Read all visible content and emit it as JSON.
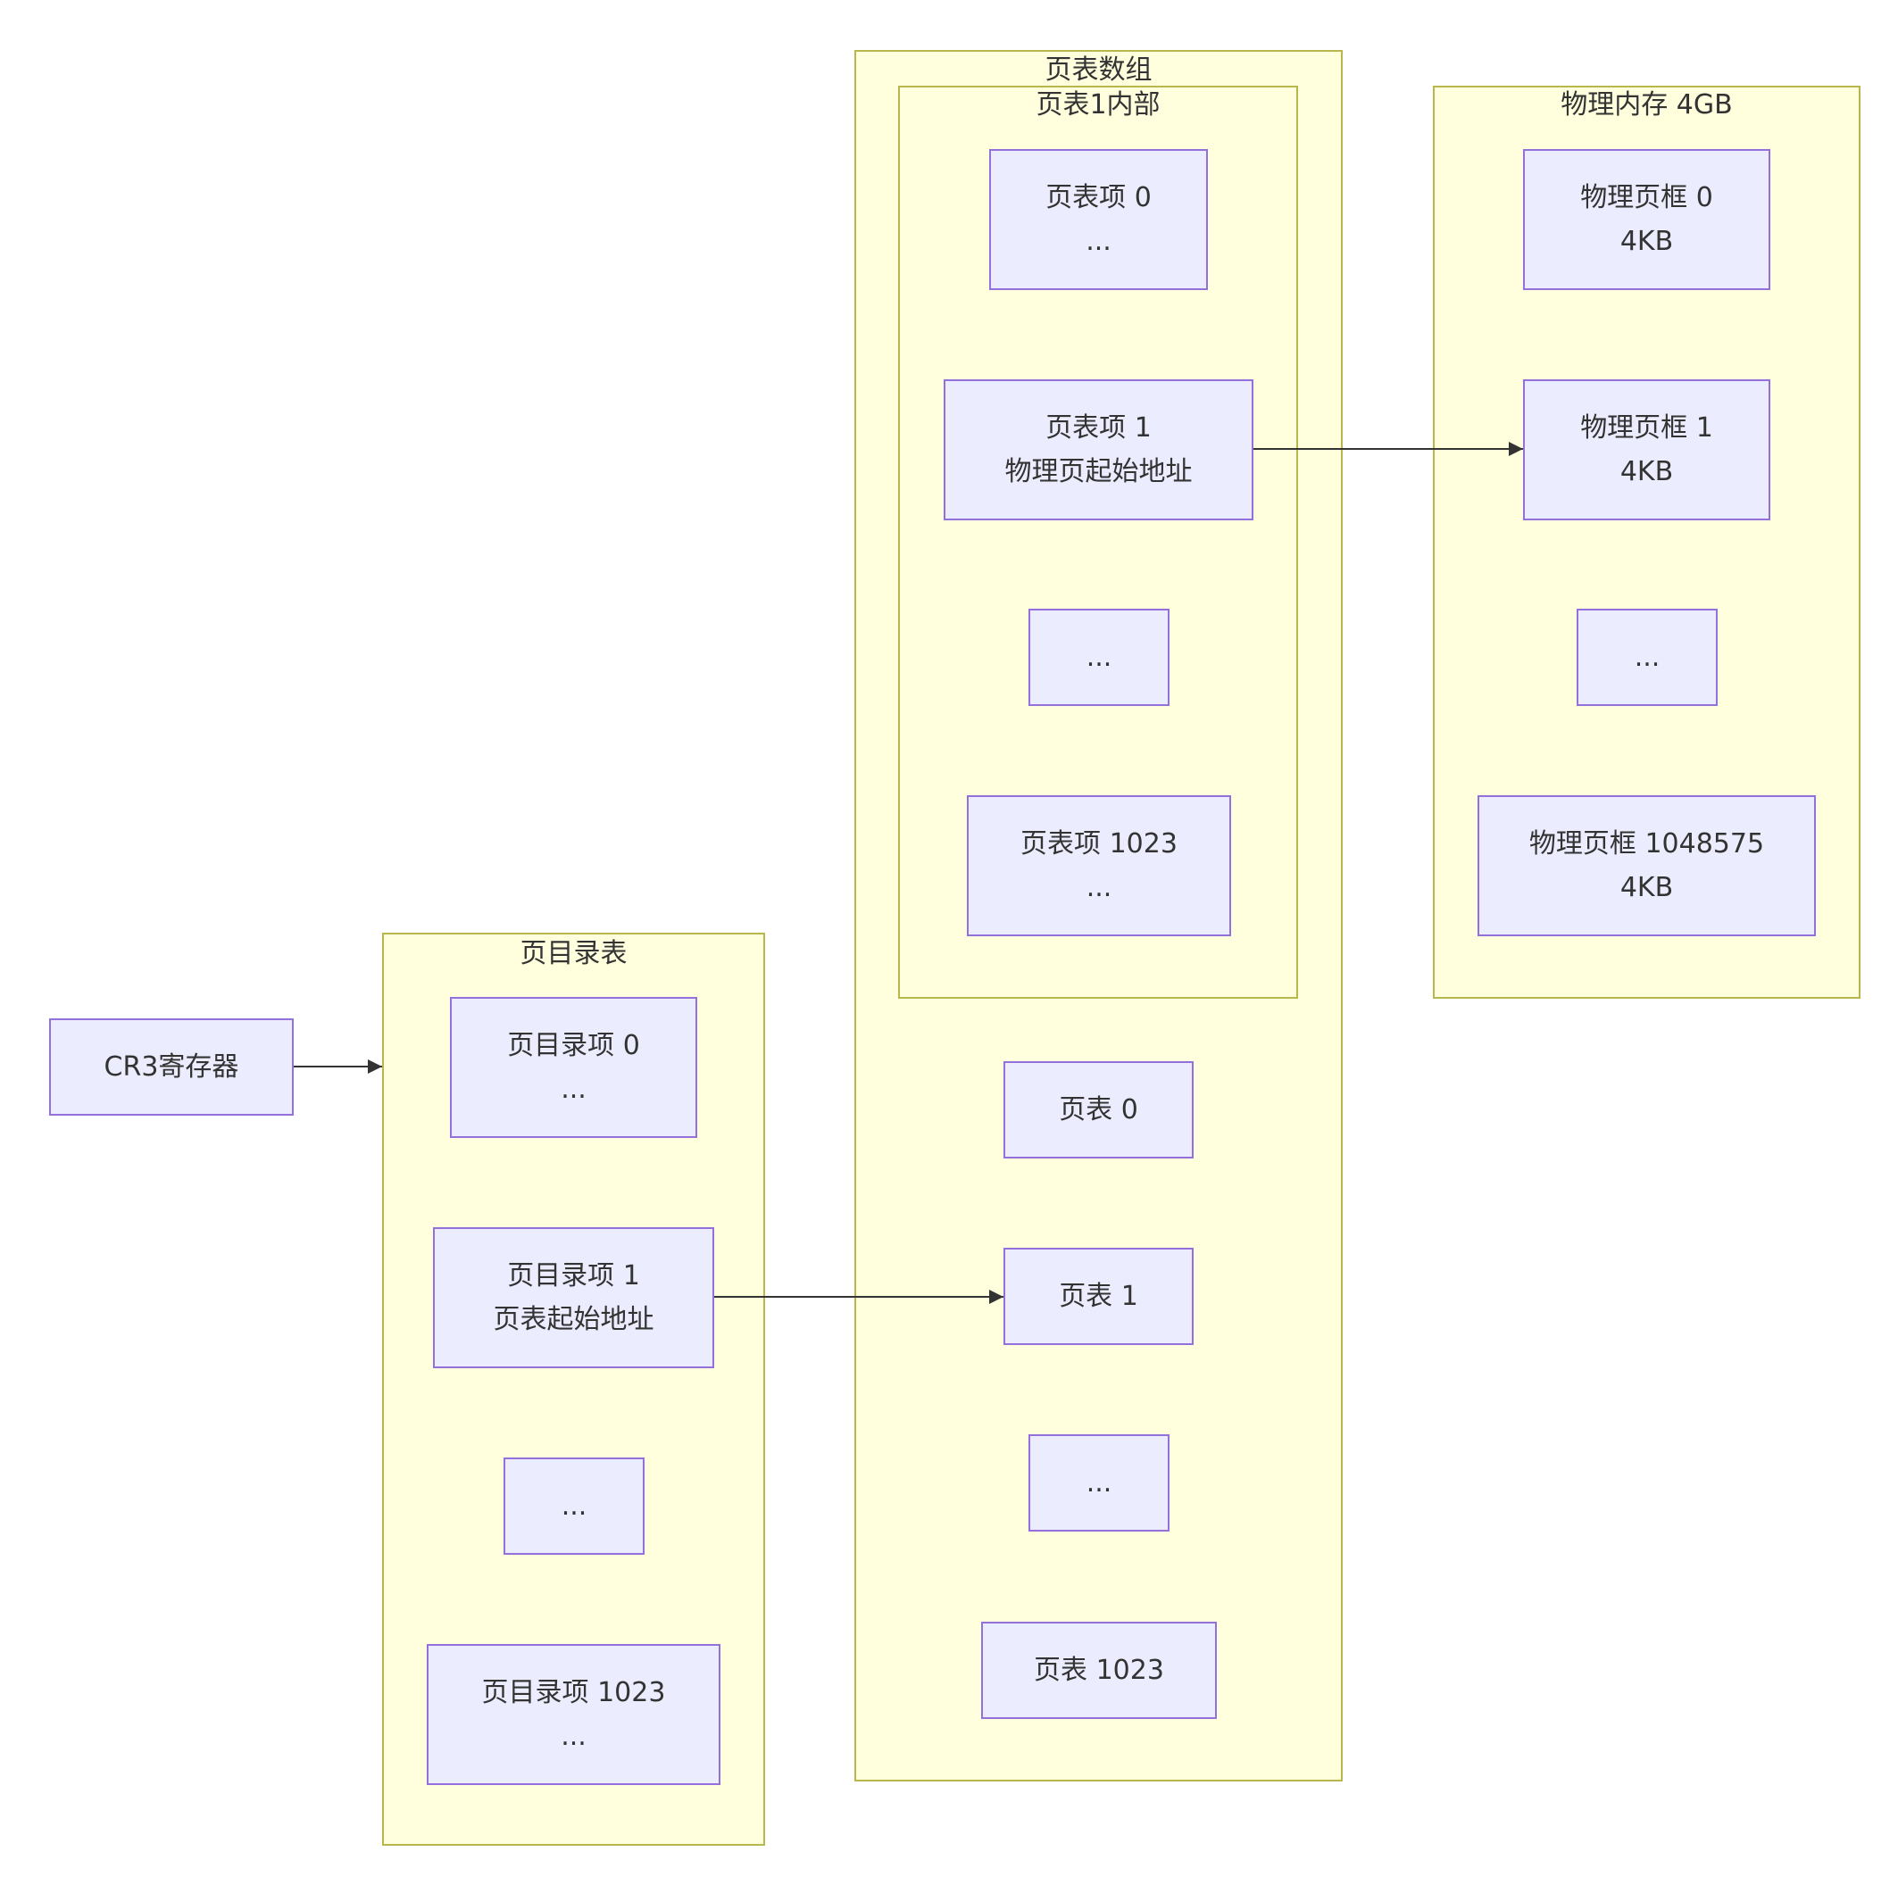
{
  "colors": {
    "cluster_fill": "#ffffde",
    "cluster_border": "#b7b74c",
    "node_fill": "#ececff",
    "node_border": "#9370db",
    "edge": "#333333",
    "text": "#333333"
  },
  "clusters": {
    "page_table_array": {
      "title": "页表数组"
    },
    "page_table_1_internal": {
      "title": "页表1内部"
    },
    "physical_memory": {
      "title": "物理内存 4GB"
    },
    "page_directory": {
      "title": "页目录表"
    }
  },
  "nodes": {
    "cr3": {
      "line1": "CR3寄存器"
    },
    "pde0": {
      "line1": "页目录项 0",
      "line2": "..."
    },
    "pde1": {
      "line1": "页目录项 1",
      "line2": "页表起始地址"
    },
    "pde_ellipsis": {
      "line1": "..."
    },
    "pde1023": {
      "line1": "页目录项 1023",
      "line2": "..."
    },
    "pt0": {
      "line1": "页表 0"
    },
    "pt1": {
      "line1": "页表 1"
    },
    "pt_ellipsis": {
      "line1": "..."
    },
    "pt1023": {
      "line1": "页表 1023"
    },
    "pte0": {
      "line1": "页表项 0",
      "line2": "..."
    },
    "pte1": {
      "line1": "页表项 1",
      "line2": "物理页起始地址"
    },
    "pte_ellipsis": {
      "line1": "..."
    },
    "pte1023": {
      "line1": "页表项 1023",
      "line2": "..."
    },
    "frame0": {
      "line1": "物理页框 0",
      "line2": "4KB"
    },
    "frame1": {
      "line1": "物理页框 1",
      "line2": "4KB"
    },
    "frame_ellipsis": {
      "line1": "..."
    },
    "frame1048575": {
      "line1": "物理页框 1048575",
      "line2": "4KB"
    }
  },
  "edges": [
    {
      "from": "cr3",
      "to": "page_directory"
    },
    {
      "from": "pde1",
      "to": "pt1"
    },
    {
      "from": "pte1",
      "to": "frame1"
    }
  ]
}
